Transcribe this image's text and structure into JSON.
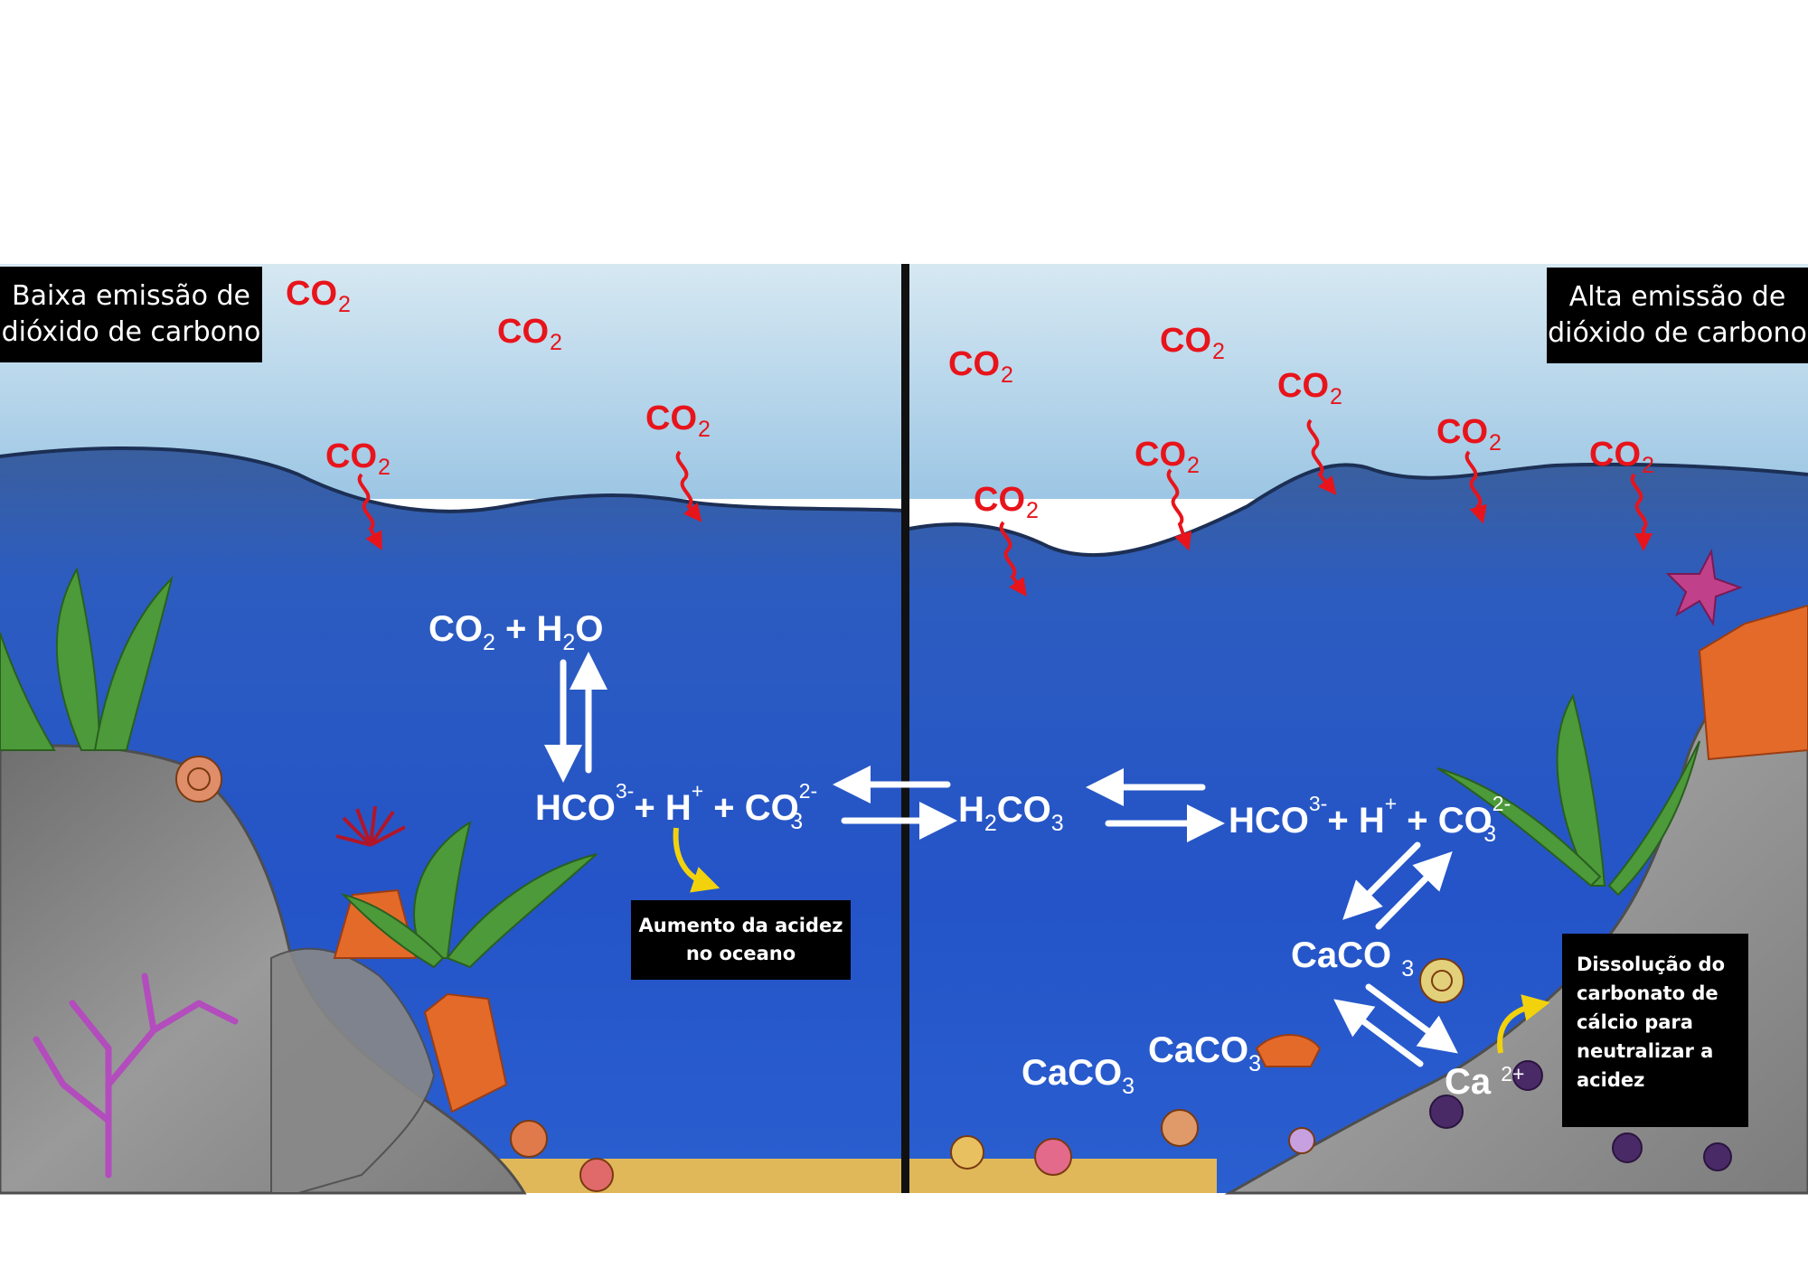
{
  "labels": {
    "low_emission": [
      "Baixa emissão de",
      "dióxido de carbono"
    ],
    "high_emission": [
      "Alta emissão de",
      "dióxido de carbono"
    ],
    "acidity": [
      "Aumento da acidez",
      "no oceano"
    ],
    "dissolution": [
      "Dissolução do",
      "carbonato de",
      "cálcio para",
      "neutralizar a",
      "acidez"
    ]
  },
  "chemistry": {
    "co2": "CO",
    "co2_sub": "2",
    "h2o_h": "H",
    "h2o_sub": "2",
    "h2o_o": "O",
    "plus": "+",
    "hco": "HCO",
    "hco_sup": "3-",
    "h": "H",
    "h_sup": "+",
    "co": "CO",
    "co_sup": "2-",
    "co_sub": "3",
    "h2co3_h": "H",
    "h2co3_sub": "2",
    "h2co3_co": "CO",
    "h2co3_sub2": "3",
    "caco": "CaCO",
    "caco_sub": "3",
    "ca": "Ca",
    "ca_sup": "2+"
  },
  "colors": {
    "co2_red": "#e8141b",
    "sky": "#bcd8ea",
    "water": "#2a58c4",
    "rock": "#8d8d8d",
    "arrow_yellow": "#f2d20c",
    "label_bg": "#000000"
  }
}
